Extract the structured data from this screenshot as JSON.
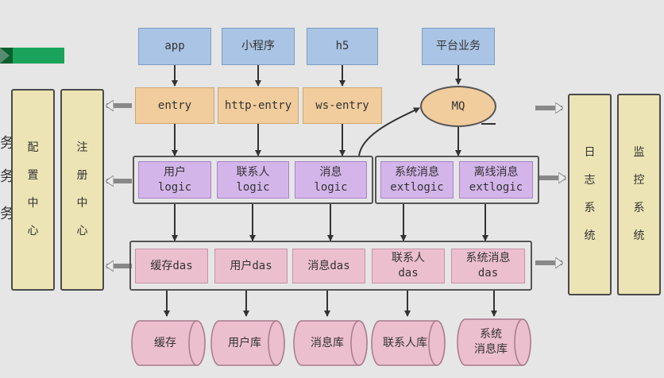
{
  "clients": {
    "app": "app",
    "mini_program": "小程序",
    "h5": "h5",
    "platform_business": "平台业务"
  },
  "entries": {
    "entry": "entry",
    "http_entry": "http-entry",
    "ws_entry": "ws-entry"
  },
  "mq": "MQ",
  "logic": {
    "user": "用户\nlogic",
    "contact": "联系人\nlogic",
    "message": "消息\nlogic"
  },
  "extlogic": {
    "system_message": "系统消息\nextlogic",
    "offline_message": "离线消息\nextlogic"
  },
  "das": {
    "cache": "缓存das",
    "user": "用户das",
    "message": "消息das",
    "contact": "联系人\ndas",
    "system_message": "系统消息\ndas"
  },
  "databases": {
    "cache": "缓存",
    "user": "用户库",
    "message": "消息库",
    "contact": "联系人库",
    "system_message": "系统\n消息库"
  },
  "side_panels": {
    "config_center": [
      "配",
      "置",
      "中",
      "心"
    ],
    "registry_center": [
      "注",
      "册",
      "中",
      "心"
    ],
    "log_system": [
      "日",
      "志",
      "系",
      "统"
    ],
    "monitor_system": [
      "监",
      "控",
      "系",
      "统"
    ]
  },
  "left_edge_glyphs": [
    "务",
    "务",
    "务"
  ]
}
